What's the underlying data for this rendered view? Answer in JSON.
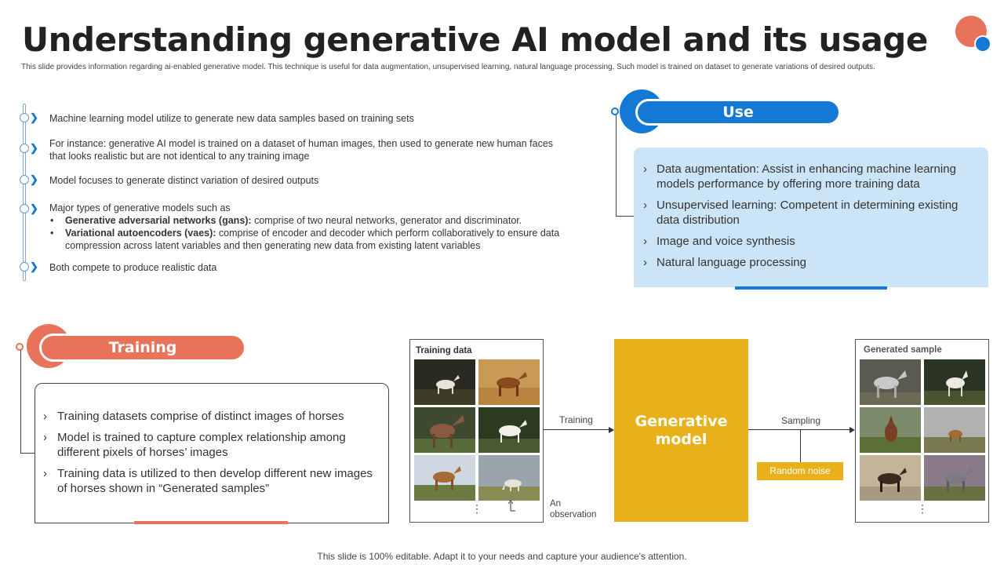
{
  "header": {
    "title": "Understanding generative AI model and its usage",
    "subtitle": "This slide provides information regarding ai-enabled generative model. This technique is useful for data augmentation, unsupervised learning, natural language processing. Such model is trained on dataset to generate variations of desired outputs."
  },
  "timeline": {
    "item1": "Machine learning model utilize to generate new data samples based on training sets",
    "item2": "For instance: generative  AI model is trained on a dataset of human images, then used to generate new human faces that looks realistic but are not identical to any training image",
    "item3": "Model focuses to generate distinct variation of desired outputs",
    "item4_intro": "Major types of generative  models such as",
    "item4_b1_bold": "Generative adversarial networks (gans):",
    "item4_b1_text": " comprise of two neural networks, generator and discriminator.",
    "item4_b2_bold": "Variational autoencoders (vaes):",
    "item4_b2_text": " comprise of encoder and decoder which perform collaboratively to ensure data compression across latent variables and then generating new data from existing latent variables",
    "item5": "Both compete to produce realistic data",
    "chevron": "❯"
  },
  "use": {
    "title": "Use",
    "chevron": "›",
    "items": [
      "Data augmentation: Assist in enhancing machine learning models performance by offering more training data",
      "Unsupervised learning: Competent in determining existing data distribution",
      "Image and voice synthesis",
      "Natural language processing"
    ]
  },
  "training": {
    "title": "Training",
    "chevron": "›",
    "items": [
      "Training datasets comprise of distinct images of horses",
      "Model is trained to capture complex relationship among different pixels of horses’ images",
      "Training data is utilized to then develop different new images of horses shown in “Generated samples”"
    ]
  },
  "diagram": {
    "training_panel_title": "Training data",
    "generated_panel_title": "Generated sample",
    "training_arrow_label": "Training",
    "sampling_arrow_label": "Sampling",
    "model_label_line1": "Generative",
    "model_label_line2": "model",
    "noise_label": "Random noise",
    "observation_label_line1": "An",
    "observation_label_line2": "observation",
    "ellipsis": "⋮"
  },
  "footer": {
    "text": "This slide is 100% editable. Adapt it to your needs and capture your audience's attention."
  },
  "colors": {
    "blue": "#1479d4",
    "orange": "#e8735a",
    "gold": "#e8b11a",
    "light_blue": "#cce4f7"
  }
}
